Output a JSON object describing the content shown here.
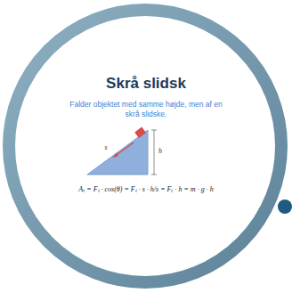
{
  "diagram": {
    "title": "Skrå slidsk",
    "labels": [
      "Falder objektet med samme højde, men af en skrå slidske.",
      "s",
      "h",
      "Aₜ = Fₜ · cos(θ) = Fₜ · s · h/s = Fₜ · h = m · g · h"
    ]
  }
}
